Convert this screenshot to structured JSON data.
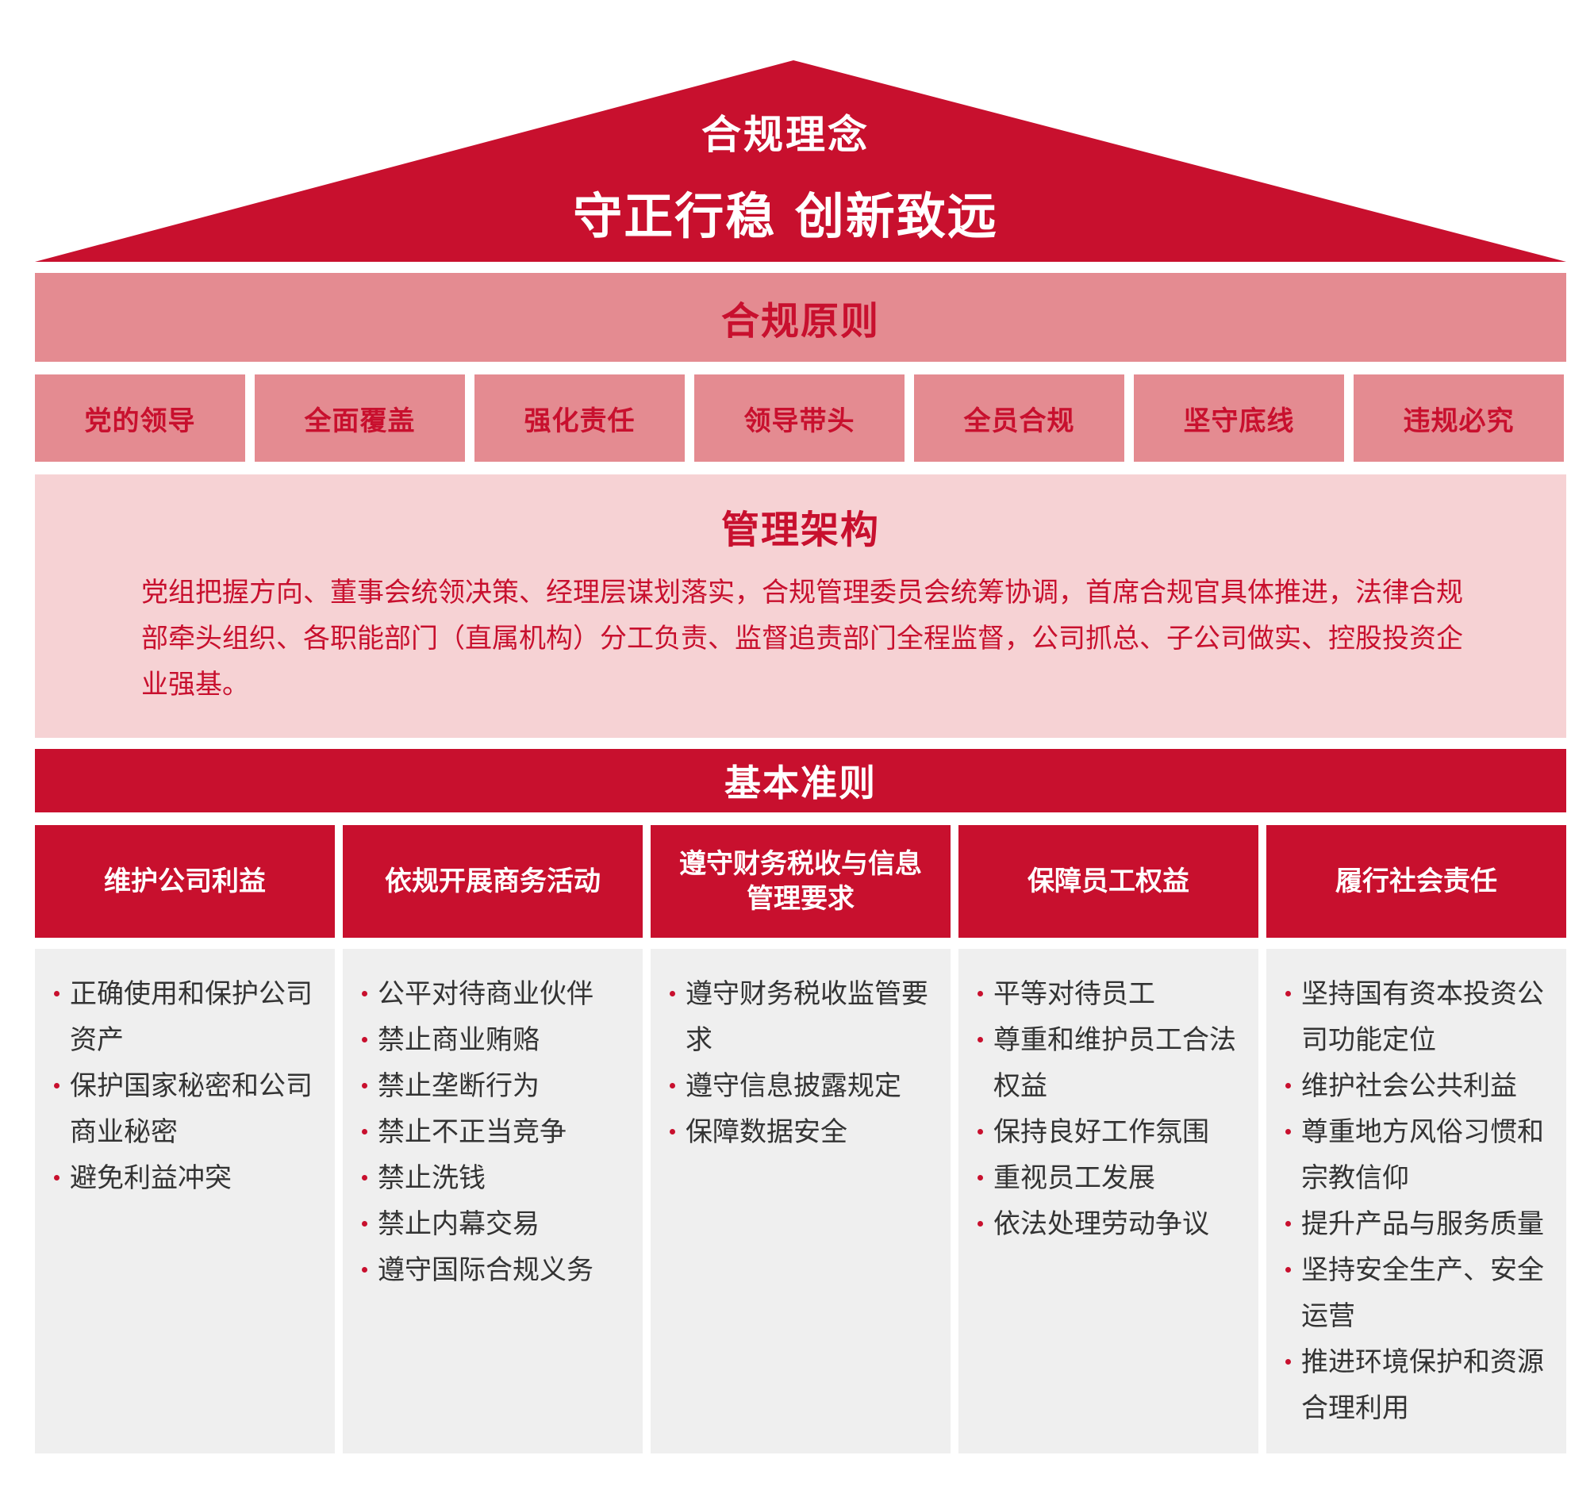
{
  "roof": {
    "title": "合规理念",
    "motto": "守正行稳 创新致远"
  },
  "principles": {
    "title": "合规原则",
    "items": [
      "党的领导",
      "全面覆盖",
      "强化责任",
      "领导带头",
      "全员合规",
      "坚守底线",
      "违规必究"
    ]
  },
  "management": {
    "title": "管理架构",
    "text": "党组把握方向、董事会统领决策、经理层谋划落实，合规管理委员会统筹协调，首席合规官具体推进，法律合规部牵头组织、各职能部门（直属机构）分工负责、监督追责部门全程监督，公司抓总、子公司做实、控股投资企业强基。"
  },
  "basic": {
    "title": "基本准则",
    "columns": [
      {
        "title": "维护公司利益",
        "items": [
          "正确使用和保护公司资产",
          "保护国家秘密和公司商业秘密",
          "避免利益冲突"
        ]
      },
      {
        "title": "依规开展商务活动",
        "items": [
          "公平对待商业伙伴",
          "禁止商业贿赂",
          "禁止垄断行为",
          "禁止不正当竞争",
          "禁止洗钱",
          "禁止内幕交易",
          "遵守国际合规义务"
        ]
      },
      {
        "title": "遵守财务税收与信息管理要求",
        "items": [
          "遵守财务税收监管要求",
          "遵守信息披露规定",
          "保障数据安全"
        ]
      },
      {
        "title": "保障员工权益",
        "items": [
          "平等对待员工",
          "尊重和维护员工合法权益",
          "保持良好工作氛围",
          "重视员工发展",
          "依法处理劳动争议"
        ]
      },
      {
        "title": "履行社会责任",
        "items": [
          "坚持国有资本投资公司功能定位",
          "维护社会公共利益",
          "尊重地方风俗习惯和宗教信仰",
          "提升产品与服务质量",
          "坚持安全生产、安全运营",
          "推进环境保护和资源合理利用"
        ]
      }
    ]
  },
  "colors": {
    "primary_red": "#c8102e",
    "medium_pink": "#e48b91",
    "light_pink": "#f6d2d4",
    "light_gray": "#efefef"
  }
}
